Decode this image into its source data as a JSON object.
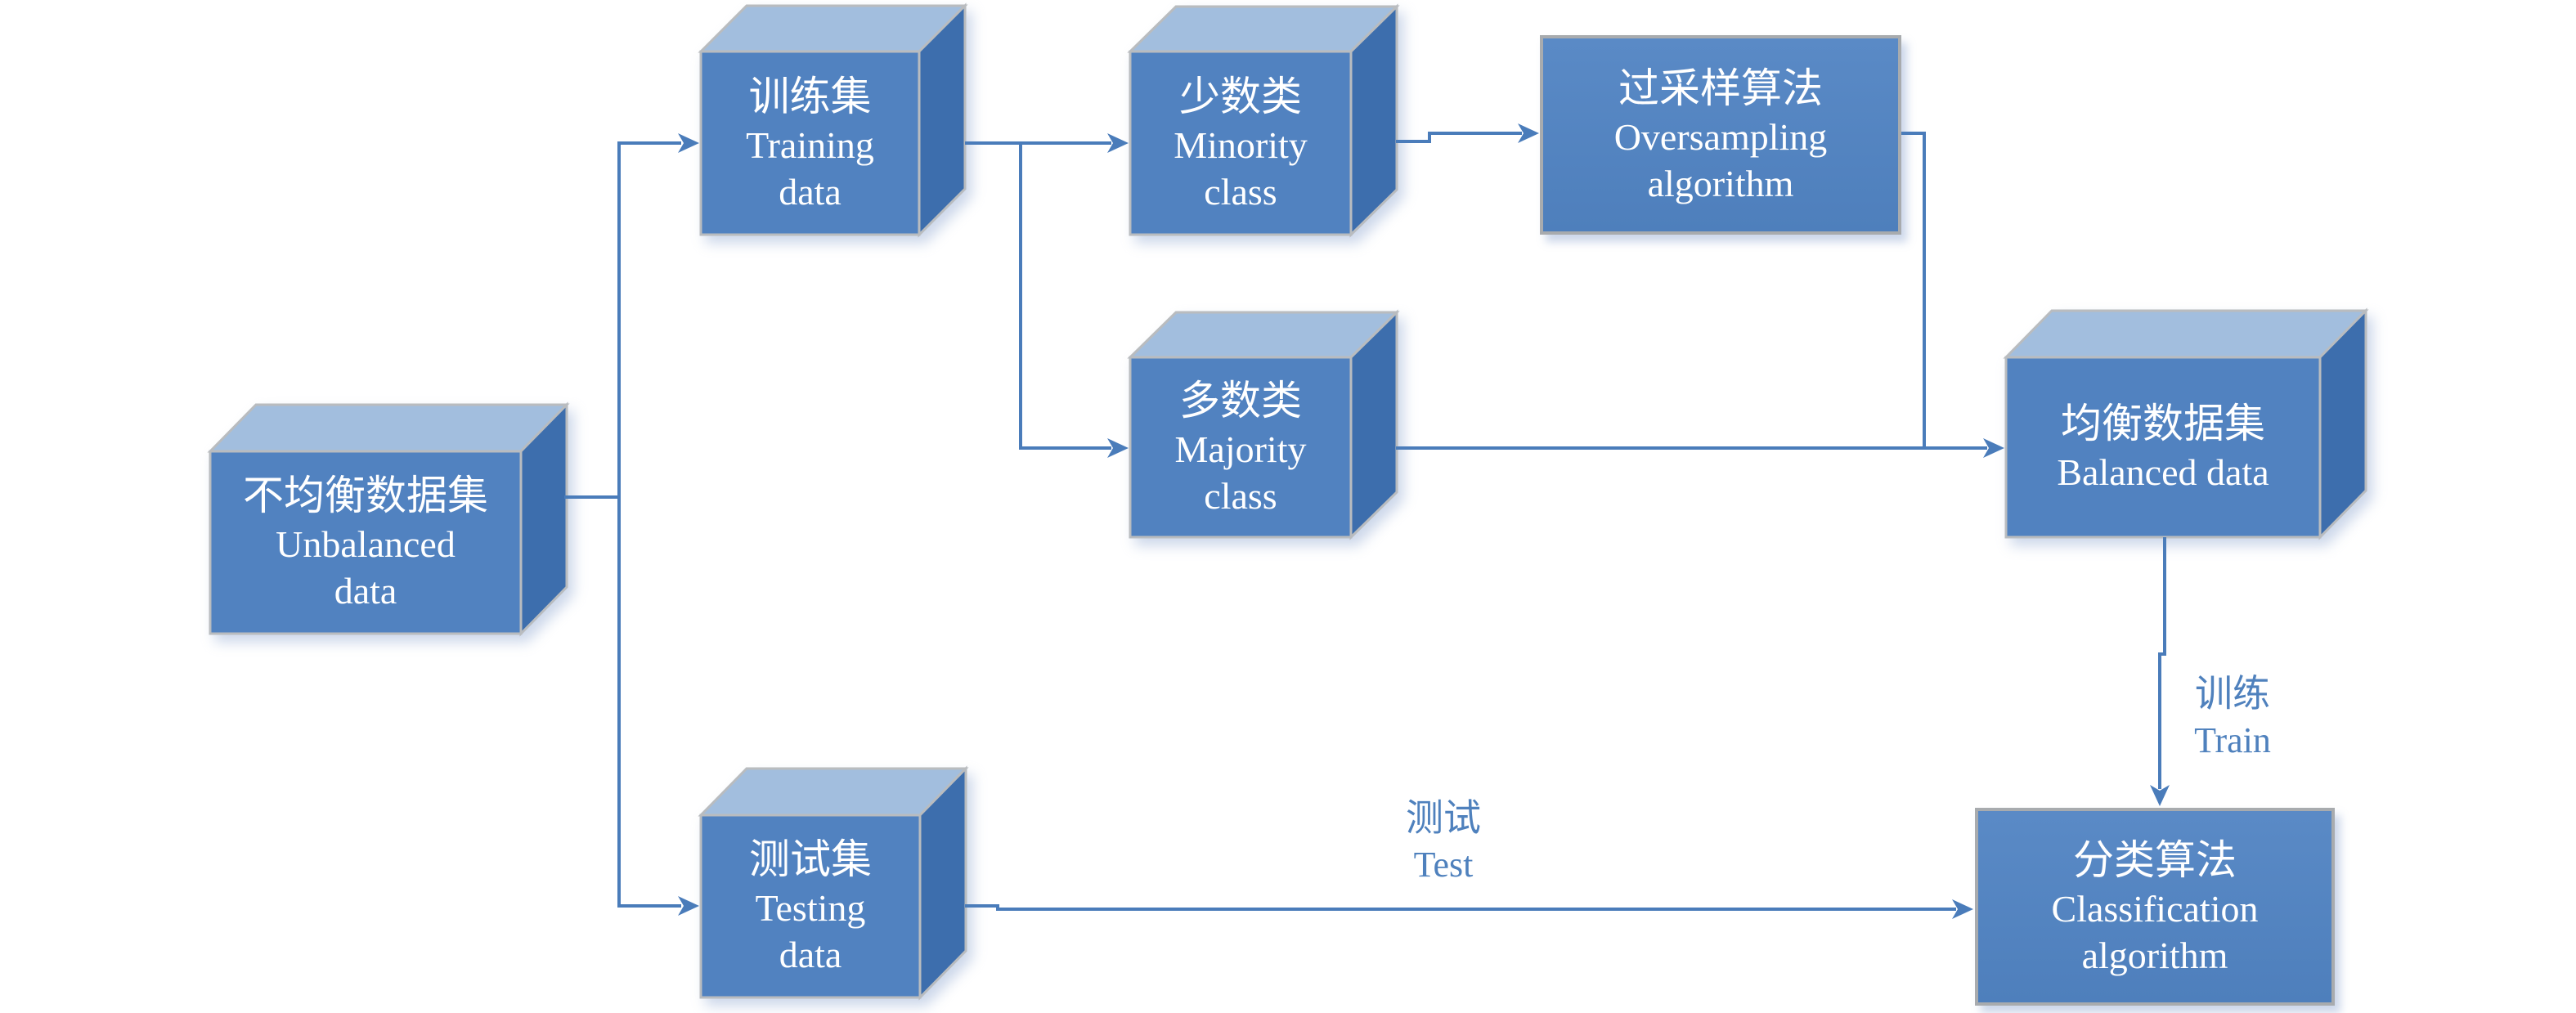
{
  "figure": {
    "type": "flowchart",
    "description": "Oversampling pipeline for unbalanced data classification"
  },
  "colors": {
    "bg": "#ffffff",
    "face": "#5182c0",
    "face-top": "#a2bede",
    "face-side": "#3d6ead",
    "cube-border": "#b9bcbf",
    "rect-border": "#a8abae",
    "connector": "#4a7cba",
    "label-text": "#4f81bd",
    "box-text": "#ffffff"
  },
  "nodes": {
    "unbalanced": {
      "shape": "cube",
      "lines": [
        "不均衡数据集",
        "Unbalanced",
        "data"
      ]
    },
    "training": {
      "shape": "cube",
      "lines": [
        "训练集",
        "Training",
        "data"
      ]
    },
    "testing": {
      "shape": "cube",
      "lines": [
        "测试集",
        "Testing",
        "data"
      ]
    },
    "minority": {
      "shape": "cube",
      "lines": [
        "少数类",
        "Minority",
        "class"
      ]
    },
    "majority": {
      "shape": "cube",
      "lines": [
        "多数类",
        "Majority",
        "class"
      ]
    },
    "balanced": {
      "shape": "cube",
      "lines": [
        "均衡数据集",
        "Balanced data"
      ]
    },
    "oversampling": {
      "shape": "rect",
      "lines": [
        "过采样算法",
        "Oversampling",
        "algorithm"
      ]
    },
    "classification": {
      "shape": "rect",
      "lines": [
        "分类算法",
        "Classification",
        "algorithm"
      ]
    }
  },
  "edge_labels": {
    "train": {
      "zh": "训练",
      "en": "Train"
    },
    "test": {
      "zh": "测试",
      "en": "Test"
    }
  },
  "edges": [
    {
      "from": "unbalanced",
      "to": "training"
    },
    {
      "from": "unbalanced",
      "to": "testing"
    },
    {
      "from": "training",
      "to": "minority"
    },
    {
      "from": "training",
      "to": "majority"
    },
    {
      "from": "minority",
      "to": "oversampling"
    },
    {
      "from": "oversampling",
      "to": "balanced"
    },
    {
      "from": "majority",
      "to": "balanced"
    },
    {
      "from": "balanced",
      "to": "classification",
      "label": "训练 Train"
    },
    {
      "from": "testing",
      "to": "classification",
      "label": "测试 Test"
    }
  ]
}
